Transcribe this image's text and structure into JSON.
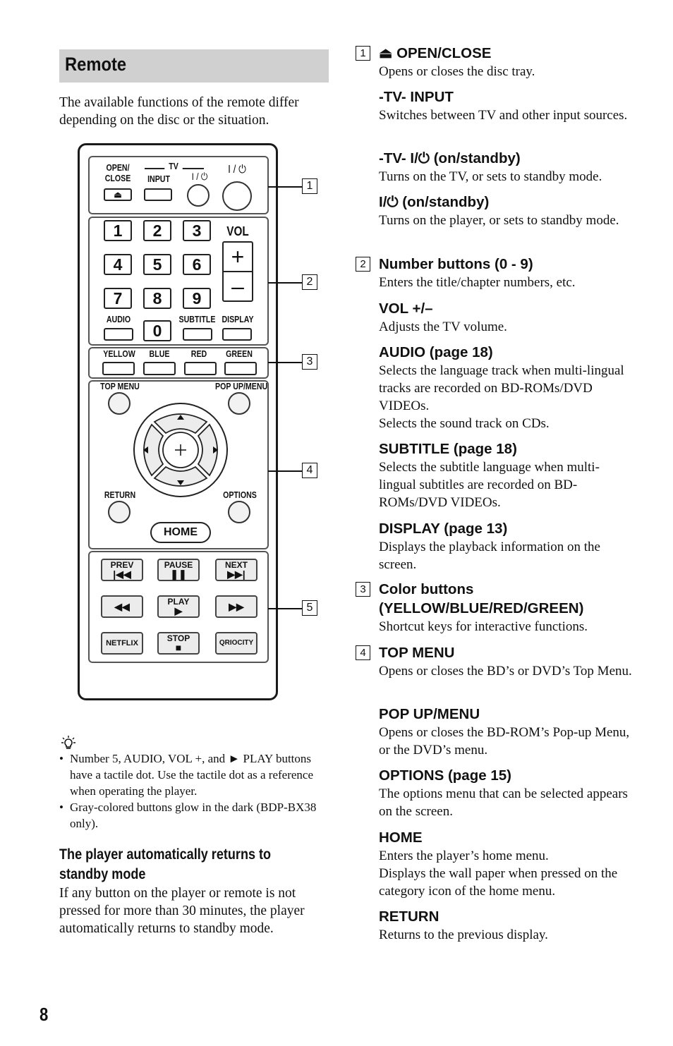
{
  "section_title": "Remote",
  "intro": "The available functions of the remote differ depending on the disc or the situation.",
  "remote": {
    "labels": {
      "open_close_1": "OPEN/",
      "open_close_2": "CLOSE",
      "tv": "TV",
      "input": "INPUT",
      "tv_power": "I / ⏻",
      "power": "I / ⏻",
      "vol": "VOL",
      "audio": "AUDIO",
      "subtitle": "SUBTITLE",
      "display": "DISPLAY",
      "yellow": "YELLOW",
      "blue": "BLUE",
      "red": "RED",
      "green": "GREEN",
      "top_menu": "TOP MENU",
      "pop_up_menu": "POP UP/MENU",
      "return": "RETURN",
      "options": "OPTIONS",
      "home": "HOME",
      "prev": "PREV",
      "pause": "PAUSE",
      "next": "NEXT",
      "play": "PLAY",
      "netflix": "NETFLIX",
      "stop": "STOP",
      "qriocity": "QRIOCITY"
    },
    "numbers": [
      "1",
      "2",
      "3",
      "4",
      "5",
      "6",
      "7",
      "8",
      "9",
      "0"
    ],
    "callouts": [
      "1",
      "2",
      "3",
      "4",
      "5"
    ],
    "colors": {
      "body": "#ffffff",
      "button_fill": "#ececec",
      "outline": "#1a1a1a"
    }
  },
  "tips": {
    "icon": "lightbulb-icon",
    "items": [
      "Number 5, AUDIO, VOL +, and ► PLAY buttons have a tactile dot. Use the tactile dot as a reference when operating the player.",
      "Gray-colored buttons glow in the dark (BDP-BX38 only)."
    ]
  },
  "standby": {
    "heading": "The player automatically returns to standby mode",
    "text": "If any button on the player or remote is not pressed for more than 30 minutes, the player automatically returns to standby mode."
  },
  "page_number": "8",
  "entries": [
    {
      "num": "1",
      "title": "⏏ OPEN/CLOSE",
      "desc": "Opens or closes the disc tray."
    },
    {
      "num": "",
      "title": "-TV- INPUT",
      "desc": "Switches between TV and other input sources."
    },
    {
      "num": "",
      "title": "-TV- I/⏻ (on/standby)",
      "desc": "Turns on the TV, or sets to standby mode."
    },
    {
      "num": "",
      "title": "I/⏻ (on/standby)",
      "desc": "Turns on the player, or sets to standby mode."
    },
    {
      "num": "2",
      "title": "Number buttons (0 - 9)",
      "desc": "Enters the title/chapter numbers, etc."
    },
    {
      "num": "",
      "title": "VOL +/–",
      "desc": "Adjusts the TV volume."
    },
    {
      "num": "",
      "title": "AUDIO (page 18)",
      "desc": "Selects the language track when multi-lingual tracks are recorded on BD-ROMs/DVD VIDEOs.\nSelects the sound track on CDs."
    },
    {
      "num": "",
      "title": "SUBTITLE (page 18)",
      "desc": "Selects the subtitle language when multi-lingual subtitles are recorded on BD-ROMs/DVD VIDEOs."
    },
    {
      "num": "",
      "title": "DISPLAY (page 13)",
      "desc": "Displays the playback information on the screen."
    },
    {
      "num": "3",
      "title": "Color buttons (YELLOW/BLUE/RED/GREEN)",
      "desc": "Shortcut keys for interactive functions."
    },
    {
      "num": "4",
      "title": "TOP MENU",
      "desc": "Opens or closes the BD’s or DVD’s Top Menu."
    },
    {
      "num": "",
      "title": "POP UP/MENU",
      "desc": "Opens or closes the BD-ROM’s Pop-up Menu, or the DVD’s menu."
    },
    {
      "num": "",
      "title": "OPTIONS (page 15)",
      "desc": "The options menu that can be selected appears on the screen."
    },
    {
      "num": "",
      "title": "HOME",
      "desc": "Enters the player’s home menu.\nDisplays the wall paper when pressed on the category icon of the home menu."
    },
    {
      "num": "",
      "title": "RETURN",
      "desc": "Returns to the previous display."
    }
  ]
}
